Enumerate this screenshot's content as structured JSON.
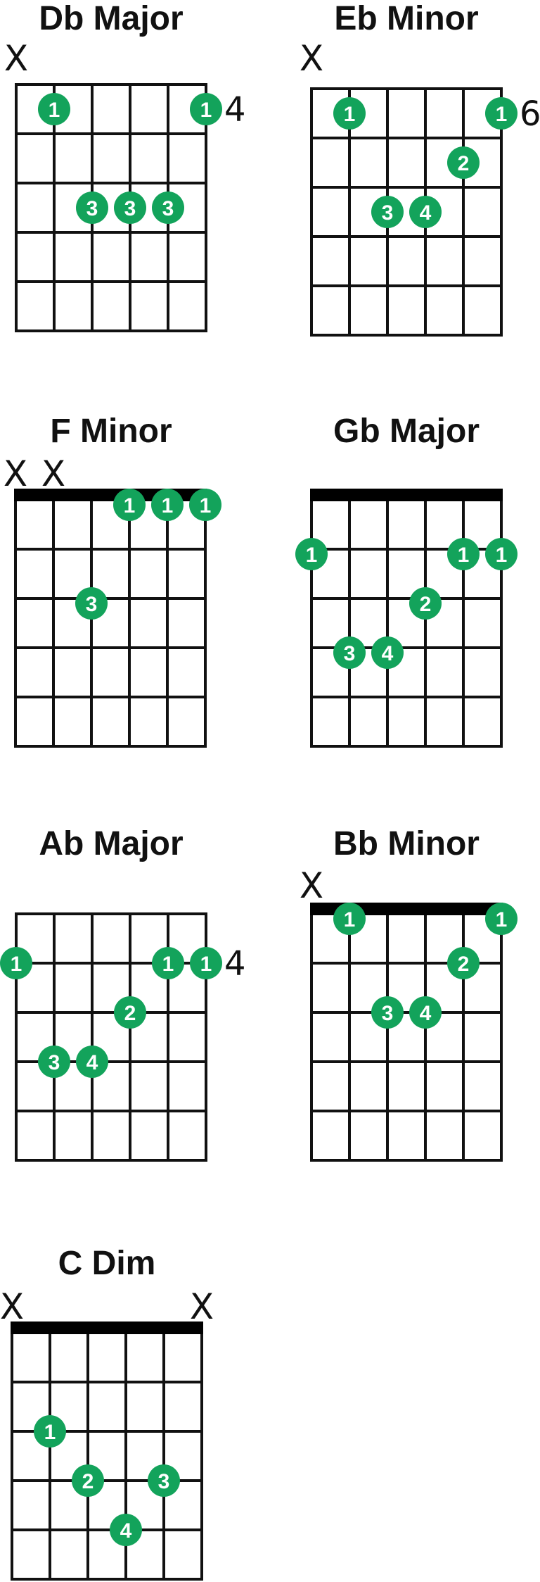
{
  "colors": {
    "dot": "#13A35B",
    "line": "#111111",
    "text": "#111111"
  },
  "chords": [
    {
      "title": "Db Major",
      "nut": false,
      "string_marks": [
        "X",
        "",
        "",
        "",
        "",
        ""
      ],
      "fret_label": "4",
      "fret_label_row": 1,
      "dots": [
        {
          "string": 2,
          "fret": 1,
          "finger": "1"
        },
        {
          "string": 6,
          "fret": 1,
          "finger": "1"
        },
        {
          "string": 3,
          "fret": 3,
          "finger": "3"
        },
        {
          "string": 4,
          "fret": 3,
          "finger": "3"
        },
        {
          "string": 5,
          "fret": 3,
          "finger": "3"
        }
      ]
    },
    {
      "title": "Eb Minor",
      "nut": false,
      "string_marks": [
        "X",
        "",
        "",
        "",
        "",
        ""
      ],
      "fret_label": "6",
      "fret_label_row": 1,
      "dots": [
        {
          "string": 2,
          "fret": 1,
          "finger": "1"
        },
        {
          "string": 6,
          "fret": 1,
          "finger": "1"
        },
        {
          "string": 5,
          "fret": 2,
          "finger": "2"
        },
        {
          "string": 3,
          "fret": 3,
          "finger": "3"
        },
        {
          "string": 4,
          "fret": 3,
          "finger": "4"
        }
      ]
    },
    {
      "title": "F Minor",
      "nut": true,
      "string_marks": [
        "X",
        "X",
        "",
        "",
        "",
        ""
      ],
      "fret_label": "",
      "fret_label_row": 0,
      "dots": [
        {
          "string": 4,
          "fret": 0.6,
          "finger": "1"
        },
        {
          "string": 5,
          "fret": 0.6,
          "finger": "1"
        },
        {
          "string": 6,
          "fret": 0.6,
          "finger": "1"
        },
        {
          "string": 3,
          "fret": 2.6,
          "finger": "3"
        }
      ]
    },
    {
      "title": "Gb Major",
      "nut": true,
      "string_marks": [
        "",
        "",
        "",
        "",
        "",
        ""
      ],
      "fret_label": "",
      "fret_label_row": 0,
      "dots": [
        {
          "string": 1,
          "fret": 1.6,
          "finger": "1"
        },
        {
          "string": 5,
          "fret": 1.6,
          "finger": "1"
        },
        {
          "string": 6,
          "fret": 1.6,
          "finger": "1"
        },
        {
          "string": 4,
          "fret": 2.6,
          "finger": "2"
        },
        {
          "string": 2,
          "fret": 3.6,
          "finger": "3"
        },
        {
          "string": 3,
          "fret": 3.6,
          "finger": "4"
        }
      ]
    },
    {
      "title": "Ab Major",
      "nut": false,
      "string_marks": [
        "",
        "",
        "",
        "",
        "",
        ""
      ],
      "fret_label": "4",
      "fret_label_row": 1.5,
      "dots": [
        {
          "string": 1,
          "fret": 1.5,
          "finger": "1"
        },
        {
          "string": 5,
          "fret": 1.5,
          "finger": "1"
        },
        {
          "string": 6,
          "fret": 1.5,
          "finger": "1"
        },
        {
          "string": 4,
          "fret": 2.5,
          "finger": "2"
        },
        {
          "string": 2,
          "fret": 3.5,
          "finger": "3"
        },
        {
          "string": 3,
          "fret": 3.5,
          "finger": "4"
        }
      ]
    },
    {
      "title": "Bb Minor",
      "nut": true,
      "string_marks": [
        "X",
        "",
        "",
        "",
        "",
        ""
      ],
      "fret_label": "",
      "fret_label_row": 0,
      "dots": [
        {
          "string": 2,
          "fret": 0.6,
          "finger": "1"
        },
        {
          "string": 6,
          "fret": 0.6,
          "finger": "1"
        },
        {
          "string": 5,
          "fret": 1.5,
          "finger": "2"
        },
        {
          "string": 3,
          "fret": 2.5,
          "finger": "3"
        },
        {
          "string": 4,
          "fret": 2.5,
          "finger": "4"
        }
      ]
    },
    {
      "title": "C Dim",
      "nut": true,
      "string_marks": [
        "X",
        "",
        "",
        "",
        "",
        "X"
      ],
      "fret_label": "",
      "fret_label_row": 0,
      "dots": [
        {
          "string": 2,
          "fret": 2.5,
          "finger": "1"
        },
        {
          "string": 3,
          "fret": 3.5,
          "finger": "2"
        },
        {
          "string": 5,
          "fret": 3.5,
          "finger": "3"
        },
        {
          "string": 4,
          "fret": 4.5,
          "finger": "4"
        }
      ]
    }
  ]
}
